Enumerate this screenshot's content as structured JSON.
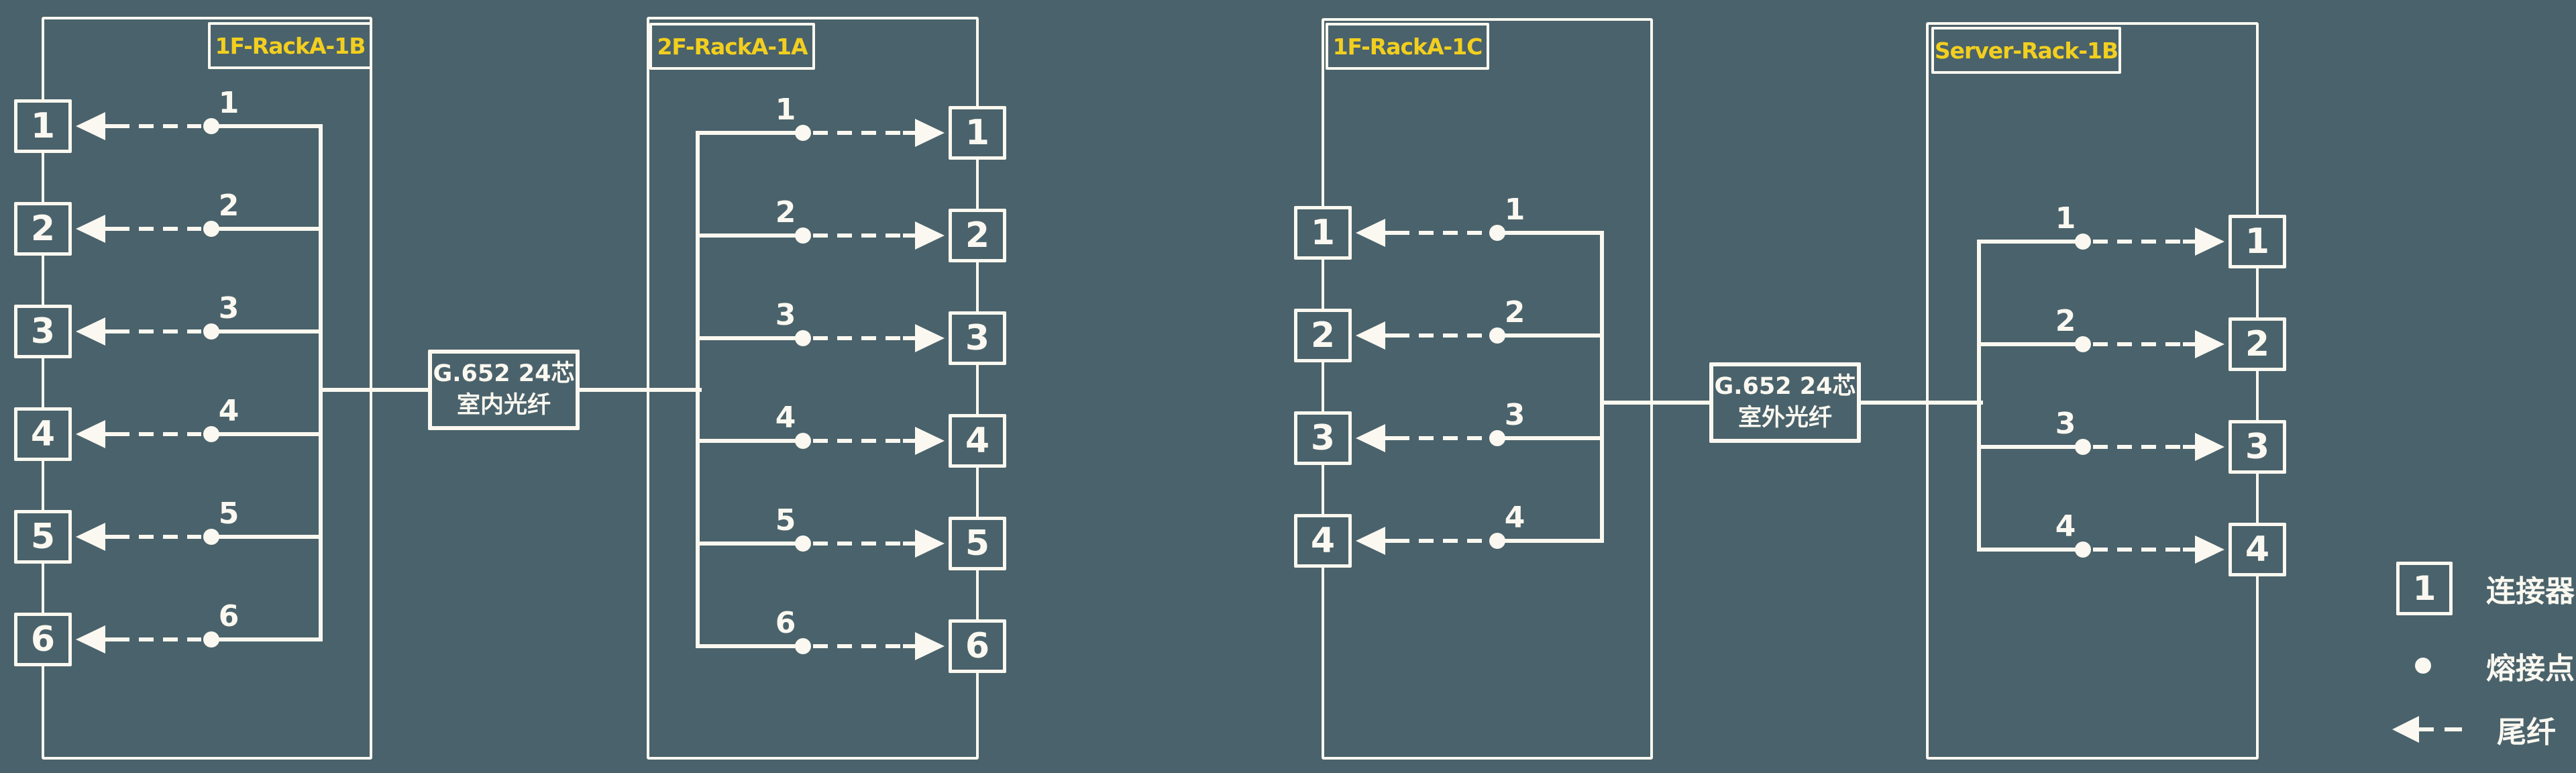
{
  "colors": {
    "background": "#4A626B",
    "line": "#FAF8F0",
    "rack_label_text": "#F2CF1F"
  },
  "racks": [
    {
      "label": "1F-RackA-1B",
      "ports": [
        "1",
        "2",
        "3",
        "4",
        "5",
        "6"
      ]
    },
    {
      "label": "2F-RackA-1A",
      "ports": [
        "1",
        "2",
        "3",
        "4",
        "5",
        "6"
      ]
    },
    {
      "label": "1F-RackA-1C",
      "ports": [
        "1",
        "2",
        "3",
        "4"
      ]
    },
    {
      "label": "Server-Rack-1B",
      "ports": [
        "1",
        "2",
        "3",
        "4"
      ]
    }
  ],
  "cables": [
    {
      "label_line1": "G.652 24芯",
      "label_line2": "室内光纤"
    },
    {
      "label_line1": "G.652 24芯",
      "label_line2": "室外光纤"
    }
  ],
  "legend": {
    "connector_symbol": "1",
    "connector_label": "连接器",
    "splice_label": "熔接点",
    "pigtail_label": "尾纤"
  }
}
